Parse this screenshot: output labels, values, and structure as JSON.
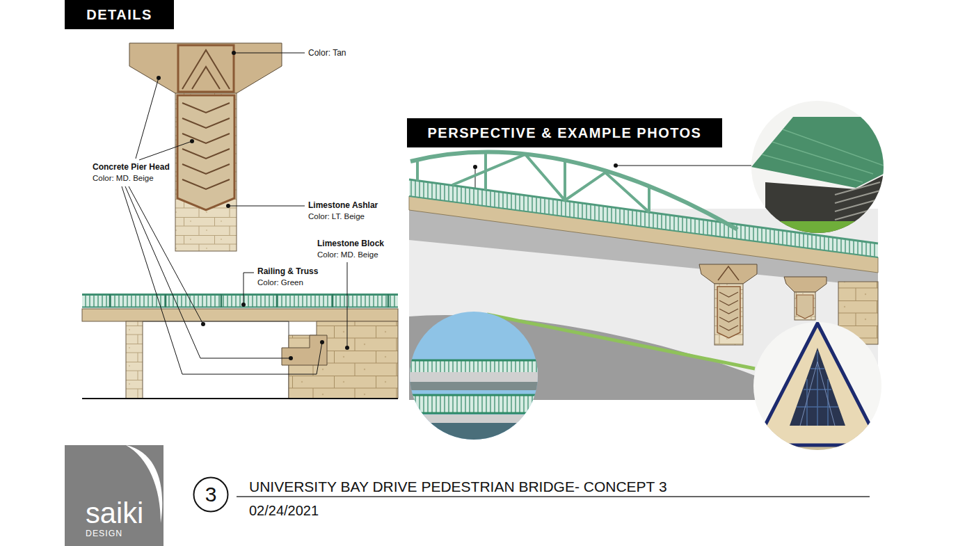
{
  "diagram": {
    "title": "UNIVERSITY BAY DRIVE PEDESTRIAN BRIDGE- CONCEPT 3",
    "nodes": [
      {
        "text": [
          "DETAILS"
        ]
      },
      {
        "text": [
          "PERSPECTIVE & EXAMPLE PHOTOS"
        ]
      },
      {
        "text": [
          "saiki",
          "DESIGN"
        ]
      },
      {
        "text": [
          "3"
        ]
      }
    ],
    "labels": [
      "Color: Tan",
      "Concrete Pier Head",
      "Color: MD. Beige",
      "Limestone Ashlar",
      "Color: LT. Beige",
      "Limestone Block",
      "Color: MD. Beige",
      "Railing & Truss",
      "Color: Green",
      "02/24/2021"
    ]
  }
}
